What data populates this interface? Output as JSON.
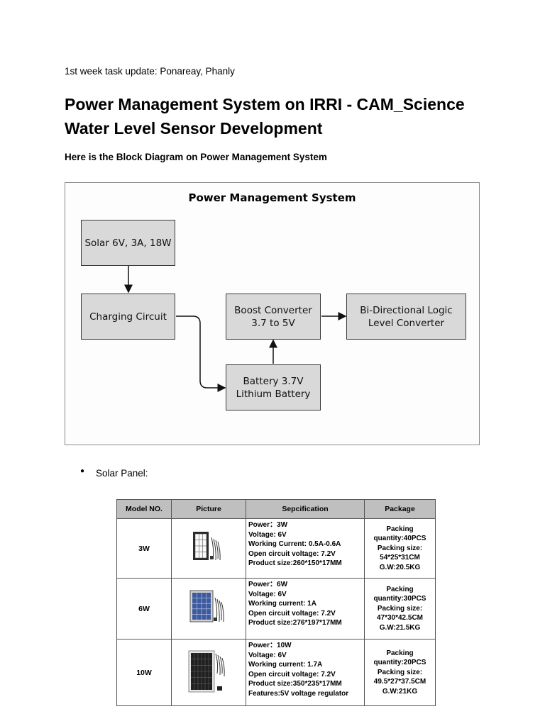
{
  "header": {
    "update_line": "1st week task update: Ponareay, Phanly",
    "title": "Power Management System on IRRI - CAM_Science Water Level Sensor Development",
    "section_heading": "Here is the Block Diagram on Power Management System"
  },
  "diagram": {
    "title": "Power Management System",
    "blocks": {
      "solar": "Solar 6V, 3A, 18W",
      "charging": "Charging Circuit",
      "boost": "Boost Converter\n3.7 to 5V",
      "logic": "Bi-Directional Logic\nLevel Converter",
      "battery": "Battery 3.7V\nLithium Battery"
    }
  },
  "bullet": {
    "label": "Solar Panel:"
  },
  "table": {
    "headers": [
      "Model NO.",
      "Picture",
      "Sepcification",
      "Package"
    ],
    "rows": [
      {
        "model": "3W",
        "spec": [
          "Power：3W",
          "Voltage: 6V",
          "Working Current: 0.5A-0.6A",
          "Open circuit voltage: 7.2V",
          "Product size:260*150*17MM"
        ],
        "package": [
          "Packing",
          "quantity:40PCS",
          "Packing size:",
          "54*25*31CM",
          "G.W:20.5KG"
        ]
      },
      {
        "model": "6W",
        "spec": [
          "Power：6W",
          "Voltage: 6V",
          "Working current: 1A",
          "Open circuit voltage: 7.2V",
          "Product size:276*197*17MM"
        ],
        "package": [
          "Packing",
          "quantity:30PCS",
          "Packing size:",
          "47*30*42.5CM",
          "G.W:21.5KG"
        ]
      },
      {
        "model": "10W",
        "spec": [
          "Power：10W",
          "Voltage: 6V",
          "Working current: 1.7A",
          "Open circuit voltage: 7.2V",
          "Product size:350*235*17MM",
          "Features:5V voltage regulator"
        ],
        "package": [
          "Packing",
          "quantity:20PCS",
          "Packing size:",
          "49.5*27*37.5CM",
          "G.W:21KG"
        ]
      }
    ]
  }
}
